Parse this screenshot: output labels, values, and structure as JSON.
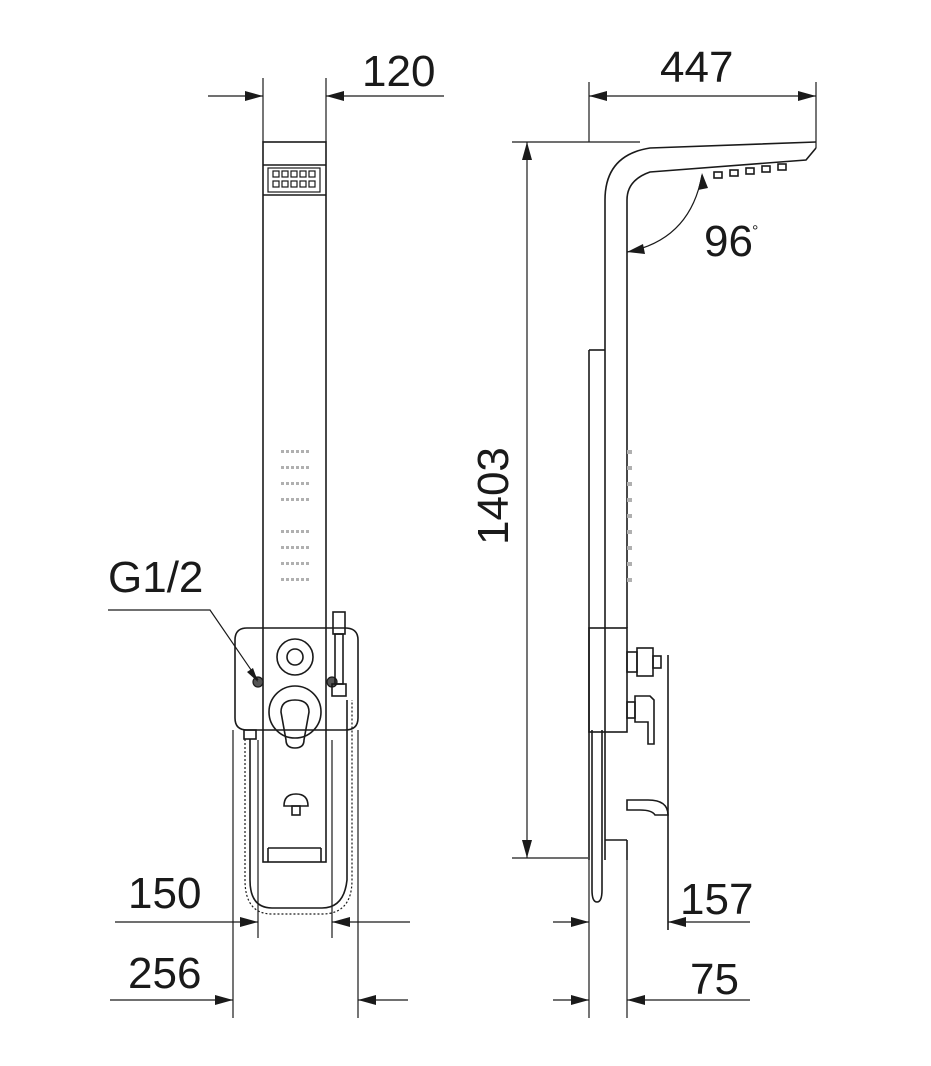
{
  "front_view": {
    "dimensions": {
      "top_width": "120",
      "inner_width": "150",
      "outer_width": "256",
      "connection": "G1/2"
    }
  },
  "side_view": {
    "dimensions": {
      "height": "1403",
      "head_projection": "447",
      "angle": "96",
      "angle_unit": "°",
      "depth_bottom": "157",
      "depth_panel": "75"
    }
  }
}
